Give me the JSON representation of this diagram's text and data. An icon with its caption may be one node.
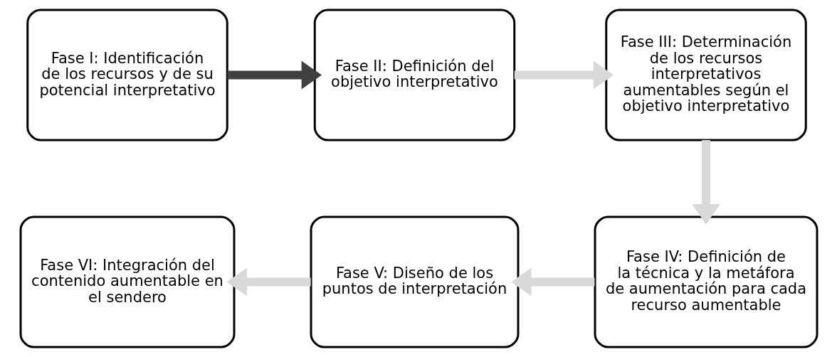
{
  "diagram": {
    "nodes": [
      {
        "text": [
          "Fase I: Identificación de los recursos y de su potencial interpretativo"
        ]
      },
      {
        "text": [
          "Fase II: Definición del objetivo interpretativo"
        ]
      },
      {
        "text": [
          "Fase III: Determinación de los recursos interpretativos aumentables según el objetivo interpretativo"
        ]
      },
      {
        "text": [
          "Fase IV: Definición de la técnica y la metáfora de aumentación para cada recurso aumentable"
        ]
      },
      {
        "text": [
          "Fase V: Diseño de los puntos de interpretación"
        ]
      },
      {
        "text": [
          "Fase VI: Integración del contenido aumentable en el sendero"
        ]
      }
    ],
    "edges": [
      {
        "from": 0,
        "to": 1,
        "arrow": "to",
        "color": "#404040"
      },
      {
        "from": 1,
        "to": 2,
        "arrow": "to"
      },
      {
        "from": 2,
        "to": 3,
        "arrow": "to"
      },
      {
        "from": 3,
        "to": 4,
        "arrow": "to"
      },
      {
        "from": 4,
        "to": 5,
        "arrow": "to"
      }
    ]
  }
}
